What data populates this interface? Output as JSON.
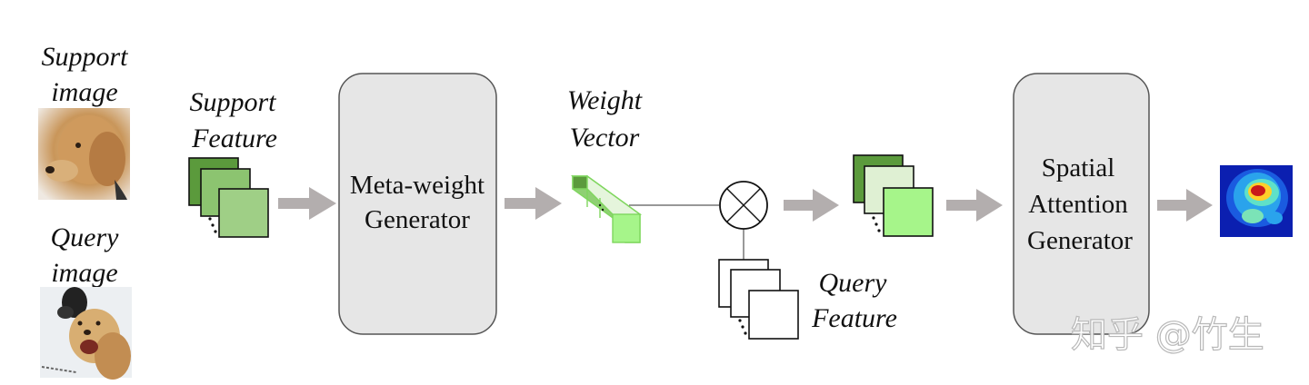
{
  "labels": {
    "support_image": [
      "Support",
      "image"
    ],
    "query_image": [
      "Query",
      "image"
    ],
    "support_feature": [
      "Support",
      "Feature"
    ],
    "weight_vector": [
      "Weight",
      "Vector"
    ],
    "query_feature": [
      "Query",
      "Feature"
    ]
  },
  "blocks": {
    "meta_weight_generator": [
      "Meta-weight",
      "Generator"
    ],
    "spatial_attention_generator": [
      "Spatial",
      "Attention",
      "Generator"
    ]
  },
  "operator": "multiply",
  "watermark": "知乎 @竹生",
  "colors": {
    "block_fill": "#e6e6e6",
    "block_stroke": "#555555",
    "arrow": "#b3aeae",
    "green_dark": "#5b9a3c",
    "green_mid": "#9fcf86",
    "green_light": "#dff0d3",
    "green_bright": "#a6f58a"
  }
}
